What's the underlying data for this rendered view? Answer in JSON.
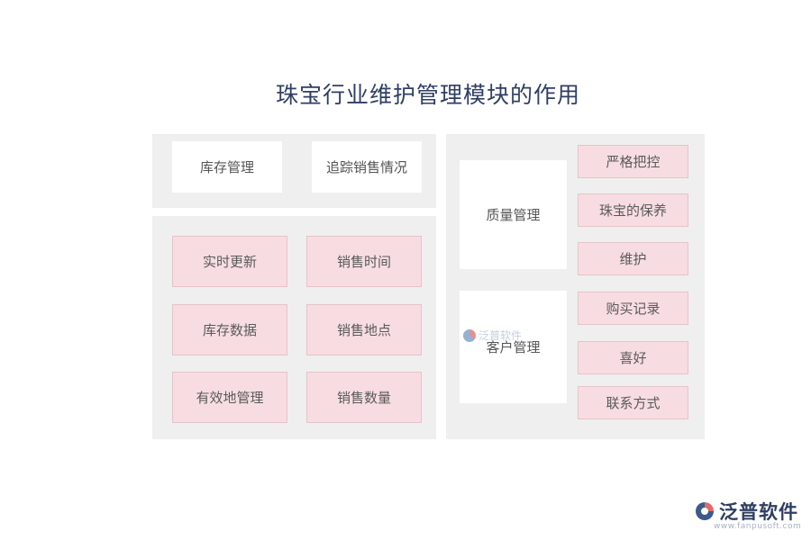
{
  "title": "珠宝行业维护管理模块的作用",
  "top_panel": {
    "items": [
      "库存管理",
      "追踪销售情况"
    ]
  },
  "sales_panel": {
    "items": [
      "实时更新",
      "销售时间",
      "库存数据",
      "销售地点",
      "有效地管理",
      "销售数量"
    ]
  },
  "right_panel": {
    "quality": {
      "label": "质量管理",
      "items": [
        "严格把控",
        "珠宝的保养",
        "维护"
      ]
    },
    "customer": {
      "label": "客户管理",
      "items": [
        "购买记录",
        "喜好",
        "联系方式"
      ]
    }
  },
  "watermark": "泛普软件",
  "brand": {
    "name": "泛普软件",
    "url": "www.fanpusoft.com"
  }
}
